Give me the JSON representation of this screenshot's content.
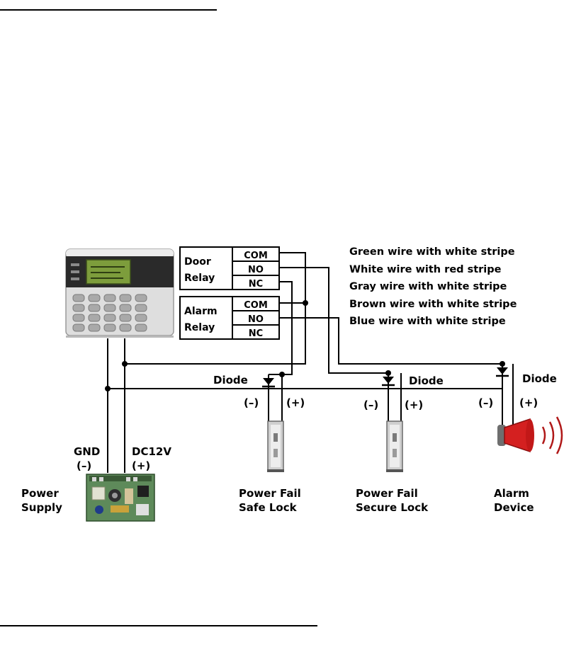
{
  "relays": {
    "door": {
      "label_line1": "Door",
      "label_line2": "Relay",
      "pins": [
        "COM",
        "NO",
        "NC"
      ]
    },
    "alarm": {
      "label_line1": "Alarm",
      "label_line2": "Relay",
      "pins": [
        "COM",
        "NO",
        "NC"
      ]
    }
  },
  "legend": [
    "Green wire with white stripe",
    "White wire with red stripe",
    "Gray wire with white stripe",
    "Brown wire with white stripe",
    "Blue wire with white stripe"
  ],
  "labels": {
    "diode_1": "Diode",
    "diode_2": "Diode",
    "diode_3": "Diode",
    "lock1_minus": "(–)",
    "lock1_plus": "(+)",
    "lock2_minus": "(–)",
    "lock2_plus": "(+)",
    "alarm_minus": "(–)",
    "alarm_plus": "(+)",
    "gnd": "GND",
    "gnd_sign": "(–)",
    "dc12v": "DC12V",
    "dc12v_sign": "(+)",
    "power_supply_line1": "Power",
    "power_supply_line2": "Supply",
    "lock1_line1": "Power Fail",
    "lock1_line2": "Safe Lock",
    "lock2_line1": "Power Fail",
    "lock2_line2": "Secure Lock",
    "alarm_line1": "Alarm",
    "alarm_line2": "Device"
  },
  "colors": {
    "wire": "#000000",
    "horn": "#d42020",
    "wave": "#b01818",
    "pcb": "#5e8a5a"
  }
}
